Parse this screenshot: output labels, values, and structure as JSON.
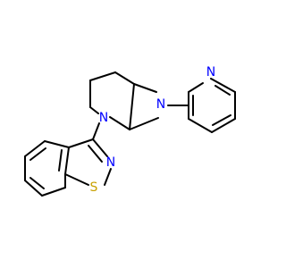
{
  "structure": {
    "atoms": {
      "n_pyridine": {
        "text": "N",
        "color": "#0000ff"
      },
      "n_pyrrolidine_right": {
        "text": "N",
        "color": "#0000ff"
      },
      "n_pyrrolidine_left": {
        "text": "N",
        "color": "#0000ff"
      },
      "n_isothiazole": {
        "text": "N",
        "color": "#0000ff"
      },
      "s_isothiazole": {
        "text": "S",
        "color": "#c8a000"
      }
    }
  }
}
